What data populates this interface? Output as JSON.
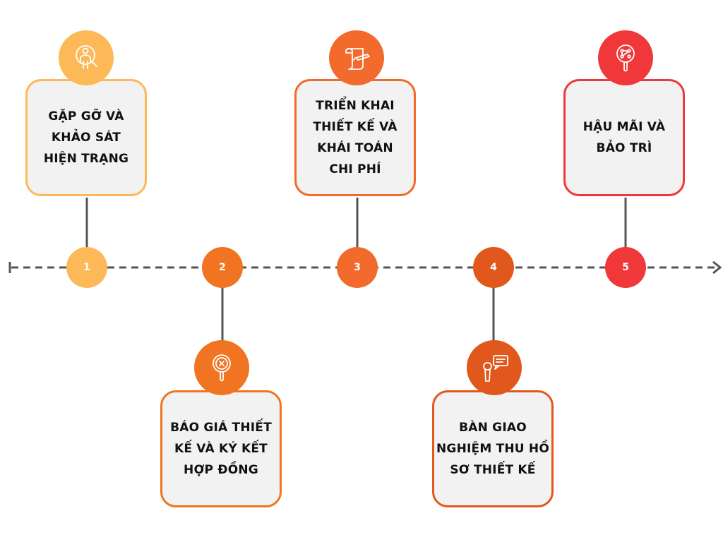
{
  "colors": {
    "step1": "#fdb958",
    "step2": "#f07421",
    "step3": "#f26a2c",
    "step4": "#e0581b",
    "step5": "#f0373a",
    "connector": "#555555",
    "arrow": "#555555",
    "card_bg": "#f2f2f2"
  },
  "steps": [
    {
      "number": "1",
      "label": "GẶP GỠ VÀ\nKHẢO SÁT\nHIỆN TRẠNG",
      "icon": "person-search-icon",
      "position": "above"
    },
    {
      "number": "2",
      "label": "BÁO GIÁ THIẾT\nKẾ VÀ KÝ KẾT\nHỢP ĐỒNG",
      "icon": "magnifier-x-icon",
      "position": "below"
    },
    {
      "number": "3",
      "label": "TRIỂN KHAI\nTHIẾT KẾ VÀ\nKHÁI TOÁN\nCHI PHÍ",
      "icon": "scroll-pencil-icon",
      "position": "above"
    },
    {
      "number": "4",
      "label": "BÀN GIAO\nNGHIỆM THU HỒ\nSƠ THIẾT KẾ",
      "icon": "microphone-chat-icon",
      "position": "below"
    },
    {
      "number": "5",
      "label": "HẬU MÃI VÀ\nBẢO TRÌ",
      "icon": "magnifier-network-icon",
      "position": "above"
    }
  ]
}
